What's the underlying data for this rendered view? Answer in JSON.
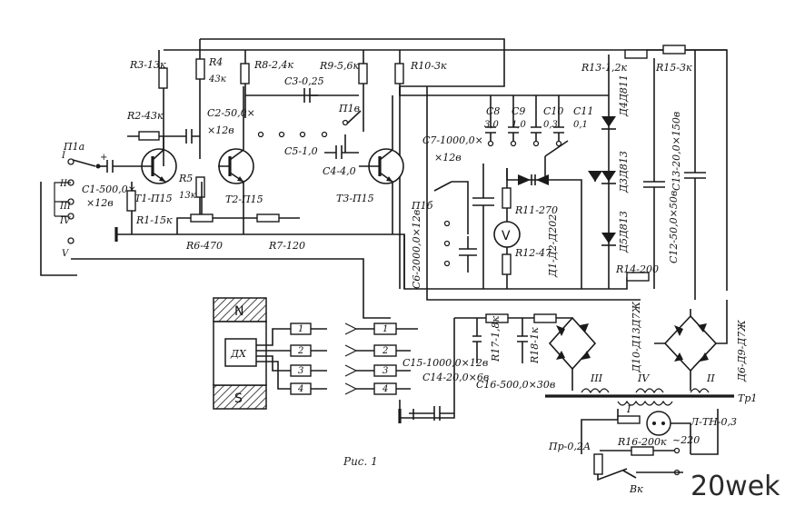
{
  "figure_caption": "Рис. 1",
  "watermark": "20wek",
  "switch_P1a": {
    "label": "П1а",
    "positions": [
      "I",
      "II",
      "III",
      "IV",
      "V"
    ]
  },
  "switch_P1b": {
    "label": "П1б"
  },
  "switch_P1v": {
    "label": "П1в"
  },
  "transistors": {
    "t1": "T1-П15",
    "t2": "T2-П15",
    "t3": "T3-П15"
  },
  "resistors": {
    "r1": "R1-15к",
    "r2": "R2-43к",
    "r3": "R3-13к",
    "r4": "R4",
    "r4_val": "43к",
    "r5": "R5",
    "r5_val": "13к",
    "r6": "R6-470",
    "r7": "R7-120",
    "r8": "R8-2,4к",
    "r9": "R9-5,6к",
    "r10": "R10-3к",
    "r11": "R11-270",
    "r12": "R12-47",
    "r13": "R13-1,2к",
    "r14": "R14-200",
    "r15": "R15-3к",
    "r16": "R16-200к",
    "r17": "R17-1,8к",
    "r18": "R18-1к"
  },
  "capacitors": {
    "c1": "C1-500,0×",
    "c1b": "×12в",
    "c2": "C2-50,0×",
    "c2b": "×12в",
    "c3": "C3-0,25",
    "c4": "C4-4,0",
    "c5": "C5-1,0",
    "c6": "C6-2000,0×12в",
    "c7": "C7-1000,0×",
    "c7b": "×12в",
    "c8": "C8",
    "c8v": "3,0",
    "c9": "C9",
    "c9v": "1,0",
    "c10": "C10",
    "c10v": "0,3",
    "c11": "C11",
    "c11v": "0,1",
    "c12": "C12-50,0×50в",
    "c13": "C13-20,0×150в",
    "c14": "C14-20,0×6в",
    "c15": "C15-1000,0×12в",
    "c16": "C16-500,0×30в"
  },
  "diodes": {
    "d1_d2": "Д1-Д2-Д202",
    "d4": "Д4Д811",
    "d3": "Д3Д813",
    "d5": "Д5Д813",
    "d10_d13": "Д10-Д13Д7Ж",
    "d6_d9": "Д6-Д9-Д7Ж"
  },
  "meter": "V",
  "transformer": {
    "label": "Тр1",
    "windings": [
      "I",
      "II",
      "III",
      "IV"
    ]
  },
  "lamp": "Л-ТН-0,3",
  "fuse": "Пр-0,2А",
  "switch_vk": "Вк",
  "mains": "~220",
  "magnet": {
    "north": "N",
    "south": "S",
    "sensor": "ДХ"
  },
  "channels": [
    "1",
    "2",
    "3",
    "4"
  ]
}
